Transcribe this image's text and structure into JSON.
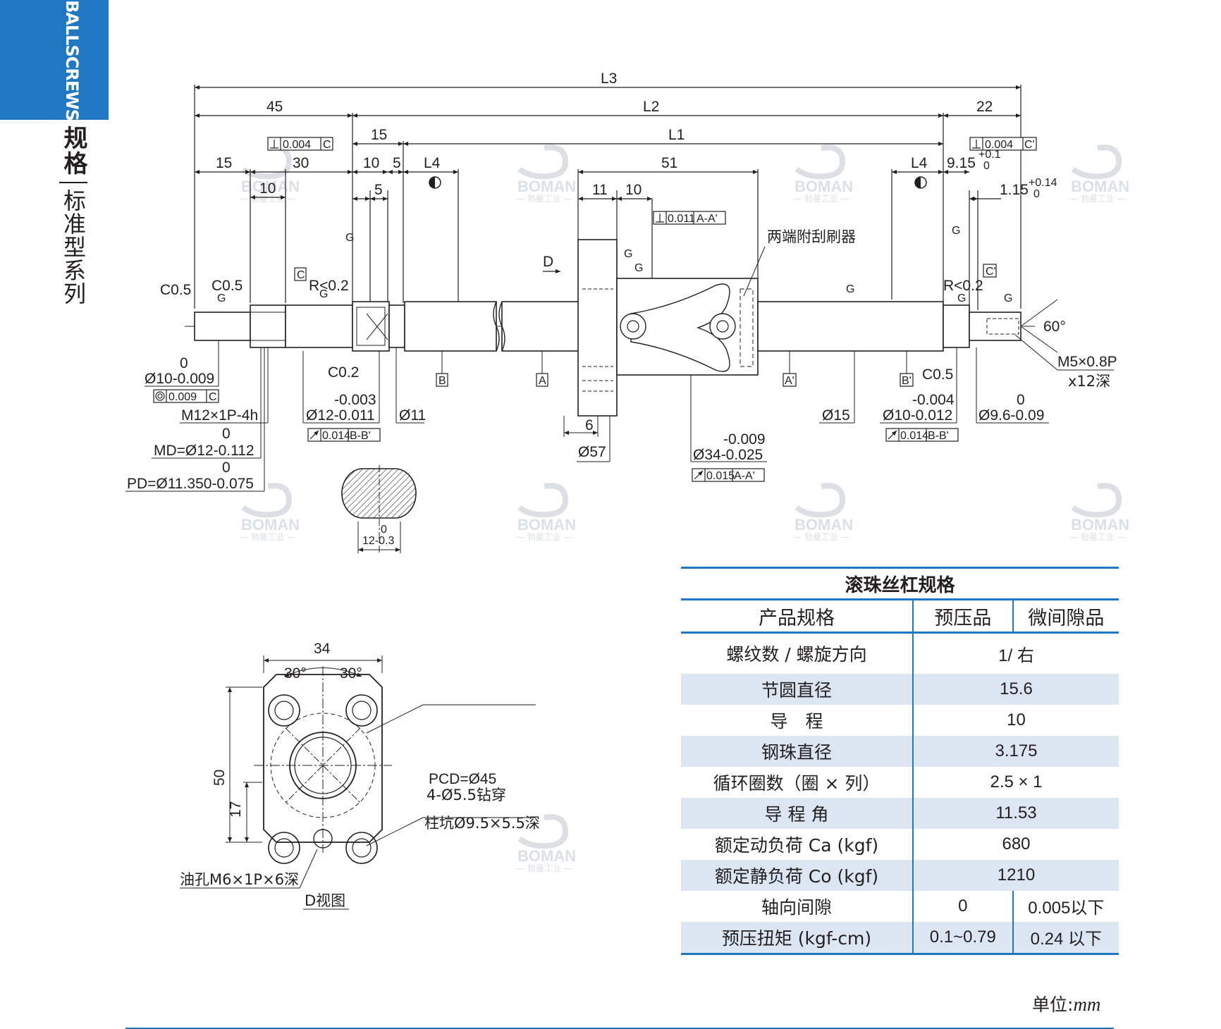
{
  "side": {
    "tab": "BALLSCREWS",
    "title": "规格",
    "subtitle": "标准型系列"
  },
  "drawing": {
    "dims": {
      "l3": "L3",
      "l2": "L2",
      "l1": "L1",
      "d45": "45",
      "d22": "22",
      "d15a": "15",
      "d30": "30",
      "d10a": "10",
      "d15b": "15",
      "d10b": "10",
      "d5a": "5",
      "d5b": "5",
      "l4a": "L4",
      "l4b": "L4",
      "d51": "51",
      "d11": "11",
      "d10c": "10",
      "d9_15": "9.15",
      "d9_15_up": "+0.1",
      "d9_15_lo": "0",
      "d1_15": "1.15",
      "d1_15_up": "+0.14",
      "d1_15_lo": "0",
      "d6": "6",
      "c05a": "C0.5",
      "c05b": "C0.5",
      "c05c": "C0.5",
      "c02": "C0.2",
      "r02a": "R<0.2",
      "r02b": "R<0.2",
      "deg60": "60°",
      "d_label": "D",
      "g": "G",
      "dia10_top": "0",
      "dia10": "Ø10-0.009",
      "m12": "M12×1P-4h",
      "md_top": "0",
      "md": "MD=Ø12-0.112",
      "pd_top": "0",
      "pd": "PD=Ø11.350-0.075",
      "dia12_top": "-0.003",
      "dia12": "Ø12-0.011",
      "dia11": "Ø11",
      "dia57": "Ø57",
      "dia34_top": "-0.009",
      "dia34": "Ø34-0.025",
      "dia15": "Ø15",
      "dia10b_top": "-0.004",
      "dia10b": "Ø10-0.012",
      "dia96_top": "0",
      "dia96": "Ø9.6-0.09",
      "m5": "M5×0.8P",
      "m5_depth": "x12深",
      "sec_top": "0",
      "sec": "12-0.3",
      "scraper": "两端附刮刷器",
      "tol_004": "0.004",
      "tol_004_ref": "C",
      "tol_004b": "0.004",
      "tol_004b_ref": "C'",
      "tol_011": "0.011",
      "tol_011_ref": "A-A'",
      "tol_009": "0.009",
      "tol_009_ref": "C",
      "tol_014a": "0.014",
      "tol_014a_ref": "B-B'",
      "tol_014b": "0.014",
      "tol_014b_ref": "B-B'",
      "tol_015": "0.015",
      "tol_015_ref": "A-A'",
      "ref_a": "A",
      "ref_a2": "A'",
      "ref_b": "B",
      "ref_b2": "B'",
      "ref_c": "C",
      "ref_c2": "C'"
    },
    "flange_view": {
      "w34": "34",
      "h50": "50",
      "h17": "17",
      "a30a": "30°",
      "a30b": "30°",
      "pcd": "PCD=Ø45",
      "holes": "4-Ø5.5钻穿",
      "counterbore": "柱坑Ø9.5×5.5深",
      "oil": "油孔M6×1P×6深",
      "title": "D视图"
    },
    "watermark": {
      "brand": "BOMAN",
      "cn": "— 勃曼工业 —"
    }
  },
  "spec_table": {
    "title": "滚珠丝杠规格",
    "headers": {
      "product": "产品规格",
      "preload": "预压品",
      "micro": "微间隙品"
    },
    "rows": [
      {
        "label": "螺纹数 / 螺旋方向",
        "value": "1/ 右"
      },
      {
        "label": "节圆直径",
        "value": "15.6"
      },
      {
        "label": "导　程",
        "value": "10"
      },
      {
        "label": "钢珠直径",
        "value": "3.175"
      },
      {
        "label": "循环圈数（圈 × 列）",
        "value": "2.5 × 1"
      },
      {
        "label": "导 程 角",
        "value": "11.53"
      },
      {
        "label": "额定动负荷 Ca (kgf)",
        "value": "680"
      },
      {
        "label": "额定静负荷 Co (kgf)",
        "value": "1210"
      }
    ],
    "split_rows": [
      {
        "label": "轴向间隙",
        "preload": "0",
        "micro": "0.005以下"
      },
      {
        "label": "预压扭矩 (kgf-cm)",
        "preload": "0.1~0.79",
        "micro": "0.24 以下"
      }
    ]
  },
  "unit": {
    "label": "单位:",
    "value": "mm"
  },
  "colors": {
    "accent": "#1f78c1",
    "shade": "#dce6f2",
    "ink": "#231f20"
  }
}
